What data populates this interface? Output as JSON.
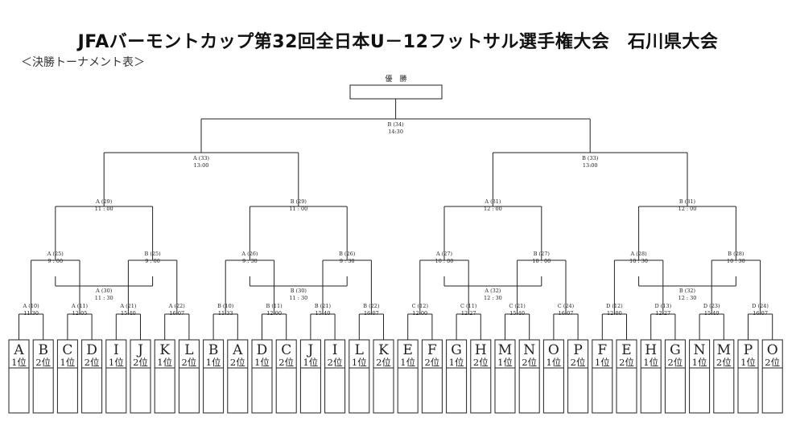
{
  "page": {
    "title": "JFAバーモントカップ第32回全日本U－12フットサル選手権大会　石川県大会",
    "subtitle": "＜決勝トーナメント表＞"
  },
  "champion_label": "優　勝",
  "final": {
    "code": "B (34)",
    "time": "14:30"
  },
  "semifinals": [
    {
      "code": "A (33)",
      "time": "13:00"
    },
    {
      "code": "B (33)",
      "time": "13:00"
    }
  ],
  "quarterfinals": [
    {
      "code": "A (29)",
      "time": "11 : 00"
    },
    {
      "code": "B (29)",
      "time": "11 : 00"
    },
    {
      "code": "A (31)",
      "time": "12 : 00"
    },
    {
      "code": "B (31)",
      "time": "12 : 00"
    }
  ],
  "round_of_16": [
    {
      "code": "A (25)",
      "time": "9 : 00"
    },
    {
      "code": "B (25)",
      "time": "9 : 00"
    },
    {
      "code": "A (26)",
      "time": "9 : 30"
    },
    {
      "code": "B (26)",
      "time": "9 : 30"
    },
    {
      "code": "A (27)",
      "time": "10 : 00"
    },
    {
      "code": "B (27)",
      "time": "10 : 00"
    },
    {
      "code": "A (28)",
      "time": "10 : 30"
    },
    {
      "code": "B (28)",
      "time": "10 : 30"
    }
  ],
  "round_of_32": [
    {
      "code": "A (10)",
      "time": "11:30"
    },
    {
      "code": "A (11)",
      "time": "12:05"
    },
    {
      "code": "A (21)",
      "time": "15:40"
    },
    {
      "code": "A (22)",
      "time": "16:07"
    },
    {
      "code": "B (10)",
      "time": "11:33"
    },
    {
      "code": "B (11)",
      "time": "12:00"
    },
    {
      "code": "B (21)",
      "time": "15:40"
    },
    {
      "code": "B (22)",
      "time": "16:07"
    },
    {
      "code": "C (12)",
      "time": "12:00"
    },
    {
      "code": "C (11)",
      "time": "12:27"
    },
    {
      "code": "C (21)",
      "time": "15:40"
    },
    {
      "code": "C (24)",
      "time": "16:07"
    },
    {
      "code": "D (12)",
      "time": "12:00"
    },
    {
      "code": "D (13)",
      "time": "12:27"
    },
    {
      "code": "D (23)",
      "time": "15:40"
    },
    {
      "code": "D (24)",
      "time": "16:07"
    }
  ],
  "third_place": [
    {
      "code": "A (30)",
      "time": "11 : 30"
    },
    {
      "code": "B (30)",
      "time": "11 : 30"
    },
    {
      "code": "A (32)",
      "time": "12 : 30"
    },
    {
      "code": "B (32)",
      "time": "12 : 30"
    }
  ],
  "teams": [
    {
      "group": "A",
      "rank": "1位"
    },
    {
      "group": "B",
      "rank": "2位"
    },
    {
      "group": "C",
      "rank": "1位"
    },
    {
      "group": "D",
      "rank": "2位"
    },
    {
      "group": "I",
      "rank": "1位"
    },
    {
      "group": "J",
      "rank": "2位"
    },
    {
      "group": "K",
      "rank": "1位"
    },
    {
      "group": "L",
      "rank": "2位"
    },
    {
      "group": "B",
      "rank": "1位"
    },
    {
      "group": "A",
      "rank": "2位"
    },
    {
      "group": "D",
      "rank": "1位"
    },
    {
      "group": "C",
      "rank": "2位"
    },
    {
      "group": "J",
      "rank": "1位"
    },
    {
      "group": "I",
      "rank": "2位"
    },
    {
      "group": "L",
      "rank": "1位"
    },
    {
      "group": "K",
      "rank": "2位"
    },
    {
      "group": "E",
      "rank": "1位"
    },
    {
      "group": "F",
      "rank": "2位"
    },
    {
      "group": "G",
      "rank": "1位"
    },
    {
      "group": "H",
      "rank": "2位"
    },
    {
      "group": "M",
      "rank": "1位"
    },
    {
      "group": "N",
      "rank": "2位"
    },
    {
      "group": "O",
      "rank": "1位"
    },
    {
      "group": "P",
      "rank": "2位"
    },
    {
      "group": "F",
      "rank": "1位"
    },
    {
      "group": "E",
      "rank": "2位"
    },
    {
      "group": "H",
      "rank": "1位"
    },
    {
      "group": "G",
      "rank": "2位"
    },
    {
      "group": "N",
      "rank": "1位"
    },
    {
      "group": "M",
      "rank": "2位"
    },
    {
      "group": "P",
      "rank": "1位"
    },
    {
      "group": "O",
      "rank": "2位"
    }
  ]
}
